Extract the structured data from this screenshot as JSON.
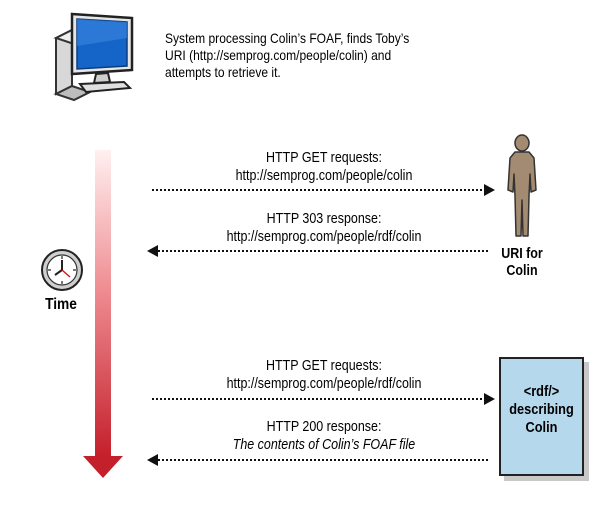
{
  "description": {
    "line1": "System processing Colin’s FOAF, finds Toby’s",
    "line2": "URI (http://semprog.com/people/colin) and",
    "line3": "attempts to retrieve it."
  },
  "messages": [
    {
      "line1": "HTTP GET requests:",
      "line2": "http://semprog.com/people/colin",
      "direction": "right"
    },
    {
      "line1": "HTTP 303 response:",
      "line2": "http://semprog.com/people/rdf/colin",
      "direction": "left"
    },
    {
      "line1": "HTTP GET requests:",
      "line2": "http://semprog.com/people/rdf/colin",
      "direction": "right"
    },
    {
      "line1": "HTTP 200 response:",
      "line2": "The contents of Colin’s FOAF file",
      "direction": "left"
    }
  ],
  "person": {
    "label_line1": "URI for",
    "label_line2": "Colin"
  },
  "time_label": "Time",
  "document": {
    "line1": "<rdf/>",
    "line2": "describing",
    "line3": "Colin"
  },
  "colors": {
    "time_arrow_top": "#fff0f0",
    "time_arrow_bottom": "#c4202c",
    "document_fill": "#b6d8ec",
    "person_fill": "#a38b72",
    "monitor_screen": "#1565c8"
  },
  "icons": [
    "computer-icon",
    "person-icon",
    "clock-icon",
    "document-icon"
  ]
}
